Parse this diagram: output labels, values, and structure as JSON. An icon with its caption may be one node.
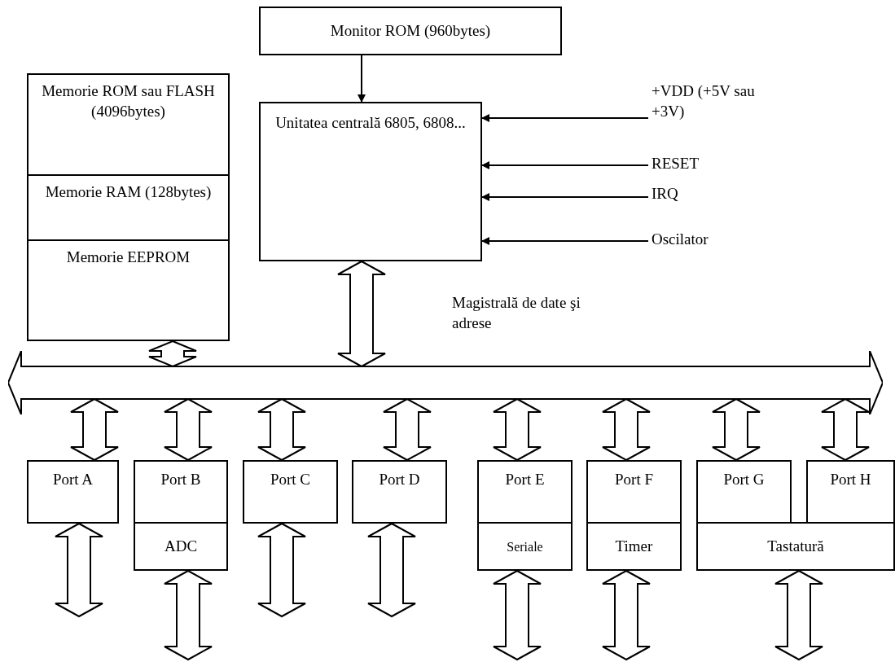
{
  "diagram": {
    "nodes": [
      {
        "text": [
          "Monitor ROM (960bytes)"
        ]
      },
      {
        "text": [
          "Unitatea centrală 6805, 6808..."
        ]
      },
      {
        "text": [
          "Memorie ROM sau FLASH (4096bytes)"
        ]
      },
      {
        "text": [
          "Memorie RAM (128bytes)"
        ]
      },
      {
        "text": [
          "Memorie EEPROM"
        ]
      },
      {
        "text": [
          "+VDD (+5V sau +3V)"
        ]
      },
      {
        "text": [
          "RESET"
        ]
      },
      {
        "text": [
          "IRQ"
        ]
      },
      {
        "text": [
          "Oscilator"
        ]
      },
      {
        "text": [],
        "shape": "bar",
        "beside": [
          "Magistrală de date şi adrese"
        ]
      },
      {
        "text": [
          "Port A"
        ]
      },
      {
        "text": [
          "Port B"
        ]
      },
      {
        "text": [
          "ADC"
        ]
      },
      {
        "text": [
          "Port C"
        ]
      },
      {
        "text": [
          "Port D"
        ]
      },
      {
        "text": [
          "Port E"
        ]
      },
      {
        "text": [
          "Seriale"
        ]
      },
      {
        "text": [
          "Port F"
        ]
      },
      {
        "text": [
          "Timer"
        ]
      },
      {
        "text": [
          "Port G"
        ]
      },
      {
        "text": [
          "Port H"
        ]
      },
      {
        "text": [
          "Tastatură"
        ]
      }
    ],
    "edges": [
      {
        "from": 0,
        "to": 1,
        "arrow": "to"
      },
      {
        "from": 5,
        "to": 1,
        "arrow": "to"
      },
      {
        "from": 6,
        "to": 1,
        "arrow": "to"
      },
      {
        "from": 7,
        "to": 1,
        "arrow": "to"
      },
      {
        "from": 8,
        "to": 1,
        "arrow": "to"
      },
      {
        "from": 4,
        "to": 9,
        "arrow": "both",
        "style": "thick"
      },
      {
        "from": 1,
        "to": 9,
        "arrow": "both",
        "style": "thick"
      },
      {
        "from": 9,
        "to": 10,
        "arrow": "both",
        "style": "thick"
      },
      {
        "from": 9,
        "to": 11,
        "arrow": "both",
        "style": "thick"
      },
      {
        "from": 9,
        "to": 13,
        "arrow": "both",
        "style": "thick"
      },
      {
        "from": 9,
        "to": 14,
        "arrow": "both",
        "style": "thick"
      },
      {
        "from": 9,
        "to": 15,
        "arrow": "both",
        "style": "thick"
      },
      {
        "from": 9,
        "to": 17,
        "arrow": "both",
        "style": "thick"
      },
      {
        "from": 9,
        "to": 19,
        "arrow": "both",
        "style": "thick"
      },
      {
        "from": 9,
        "to": 20,
        "arrow": "both",
        "style": "thick"
      },
      {
        "from": 10,
        "to": null,
        "arrow": "both",
        "style": "thick"
      },
      {
        "from": 12,
        "to": null,
        "arrow": "both",
        "style": "thick"
      },
      {
        "from": 13,
        "to": null,
        "arrow": "both",
        "style": "thick"
      },
      {
        "from": 14,
        "to": null,
        "arrow": "both",
        "style": "thick"
      },
      {
        "from": 16,
        "to": null,
        "arrow": "both",
        "style": "thick"
      },
      {
        "from": 18,
        "to": null,
        "arrow": "both",
        "style": "thick"
      },
      {
        "from": 21,
        "to": null,
        "arrow": "both",
        "style": "thick"
      }
    ]
  }
}
